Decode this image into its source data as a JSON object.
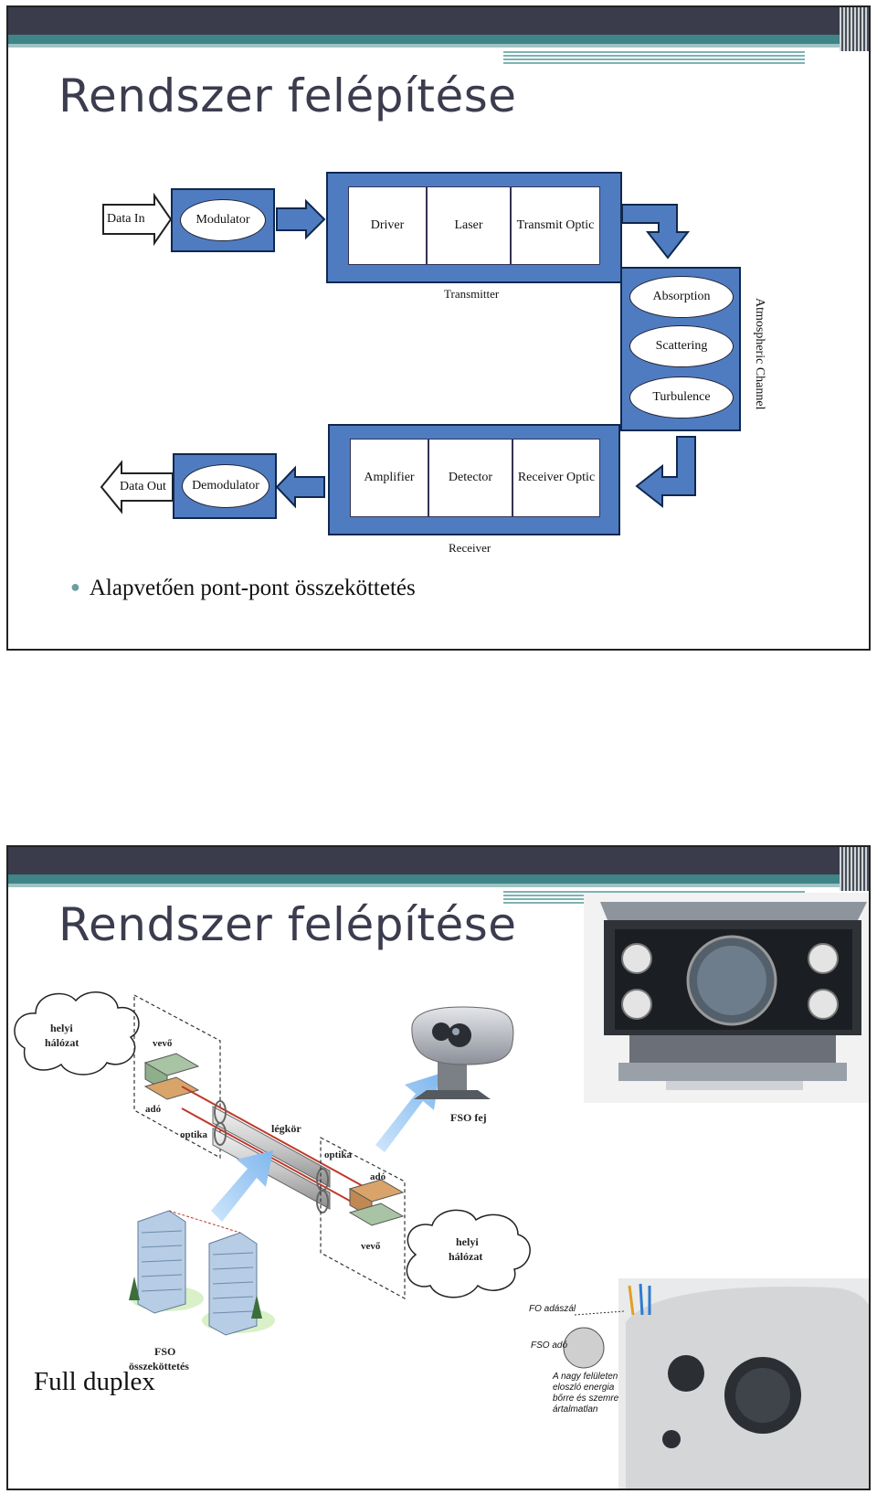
{
  "slide1": {
    "title": "Rendszer felépítése",
    "diagram": {
      "data_in": "Data In",
      "modulator": "Modulator",
      "transmitter_cells": [
        "Driver",
        "Laser",
        "Transmit Optic"
      ],
      "transmitter_label": "Transmitter",
      "channel_items": [
        "Absorption",
        "Scattering",
        "Turbulence"
      ],
      "channel_label": "Atmospheric Channel",
      "receiver_cells": [
        "Amplifier",
        "Detector",
        "Receiver Optic"
      ],
      "receiver_label": "Receiver",
      "demodulator": "Demodulator",
      "data_out": "Data Out"
    },
    "bullet": "Alapvetően pont-pont összeköttetés",
    "colors": {
      "box_fill": "#4f7cc0",
      "title": "#3b3c4e",
      "band_dark": "#3a3c4c",
      "band_teal": "#3f8486"
    }
  },
  "slide2": {
    "title": "Rendszer felépítése",
    "diagram": {
      "cloud_left": "helyi hálózat",
      "cloud_left_line1": "helyi",
      "cloud_left_line2": "hálózat",
      "vevo_left": "vevő",
      "ado_left": "adó",
      "optika_left": "optika",
      "legkor": "légkör",
      "optika_right": "optika",
      "ado_right": "adó",
      "vevo_right": "vevő",
      "cloud_right_line1": "helyi",
      "cloud_right_line2": "hálózat",
      "fso_fej": "FSO fej",
      "fso_link_line1": "FSO",
      "fso_link_line2": "összeköttetés"
    },
    "photo_labels": {
      "fo_adaszal": "FO adászál",
      "fso_ado": "FSO adó",
      "note_lines": [
        "A nagy felületen",
        "eloszló energia",
        "bőrre és szemre",
        "ártalmatlan"
      ]
    },
    "bottom_text": "Full duplex"
  }
}
